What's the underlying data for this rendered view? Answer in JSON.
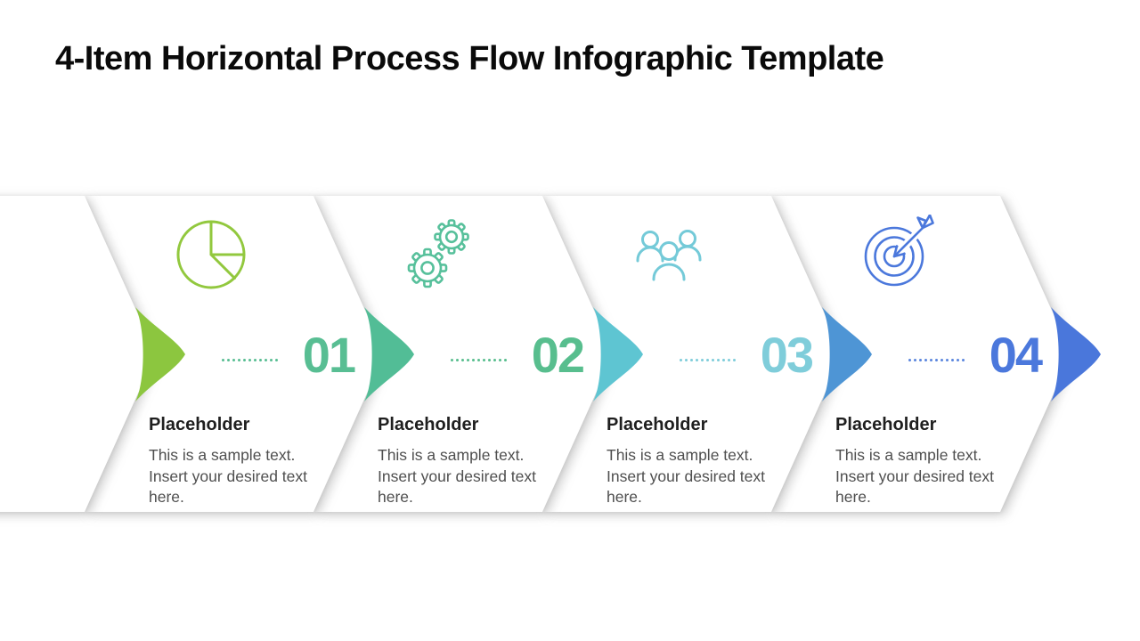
{
  "title": "4-Item Horizontal Process Flow Infographic Template",
  "items": [
    {
      "number": "01",
      "heading": "Placeholder",
      "body": "This is a sample text. Insert your desired text here.",
      "icon": "pie-chart-icon",
      "icon_color": "#92C83E",
      "arrow_color": "#8CC63F",
      "number_color": "#58BE93",
      "dots_color": "#58BE93"
    },
    {
      "number": "02",
      "heading": "Placeholder",
      "body": "This is a sample text. Insert your desired text here.",
      "icon": "gears-icon",
      "icon_color": "#57C09B",
      "arrow_color": "#52BD96",
      "number_color": "#58BE8E",
      "dots_color": "#58BE8E"
    },
    {
      "number": "03",
      "heading": "Placeholder",
      "body": "This is a sample text. Insert your desired text here.",
      "icon": "team-icon",
      "icon_color": "#74CAD8",
      "arrow_color": "#5EC5D2",
      "number_color": "#7FCDDA",
      "dots_color": "#7FCDDA"
    },
    {
      "number": "04",
      "heading": "Placeholder",
      "body": "This is a sample text. Insert your desired text here.",
      "icon": "target-icon",
      "icon_color": "#4B78DC",
      "arrow_color": "#4E95D5",
      "number_color": "#4B78DC",
      "dots_color": "#5B86DE"
    }
  ],
  "end_arrow_color": "#4A77DB"
}
